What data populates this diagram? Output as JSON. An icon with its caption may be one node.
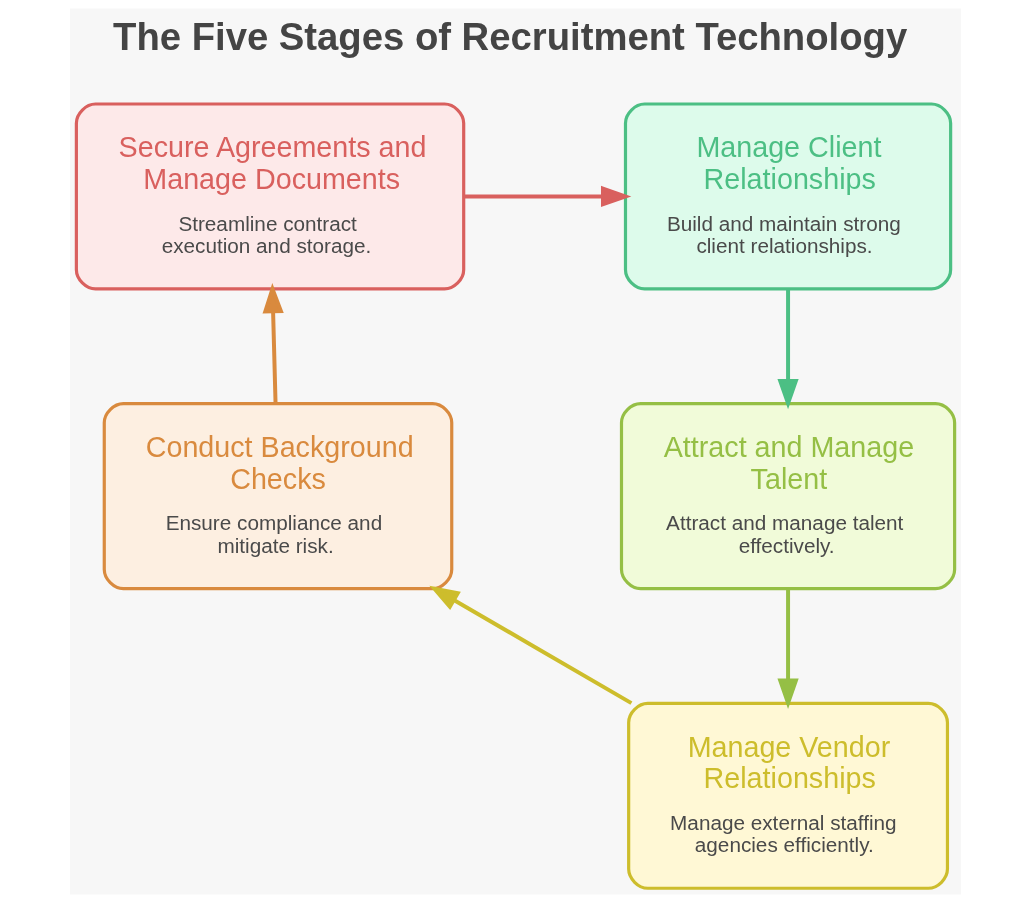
{
  "diagram": {
    "title": "The Five Stages of Recruitment Technology",
    "nodes": [
      {
        "text": [
          "Secure Agreements and Manage Documents",
          "Streamline contract execution and storage."
        ]
      },
      {
        "text": [
          "Manage Client Relationships",
          "Build and maintain strong client relationships."
        ]
      },
      {
        "text": [
          "Conduct Background Checks",
          "Ensure compliance and mitigate risk."
        ]
      },
      {
        "text": [
          "Attract and Manage Talent",
          "Attract and manage talent effectively."
        ]
      },
      {
        "text": [
          "Manage Vendor Relationships",
          "Manage external staffing agencies efficiently."
        ]
      }
    ],
    "edges": [
      {
        "from": 0,
        "to": 1,
        "arrow": "to",
        "color": "#d9605e"
      },
      {
        "from": 1,
        "to": 3,
        "arrow": "to",
        "color": "#4cbf84"
      },
      {
        "from": 3,
        "to": 4,
        "arrow": "to",
        "color": "#95bf45"
      },
      {
        "from": 4,
        "to": 2,
        "arrow": "to",
        "color": "#cdbd2c"
      },
      {
        "from": 2,
        "to": 0,
        "arrow": "to",
        "color": "#d98a3e"
      }
    ]
  }
}
